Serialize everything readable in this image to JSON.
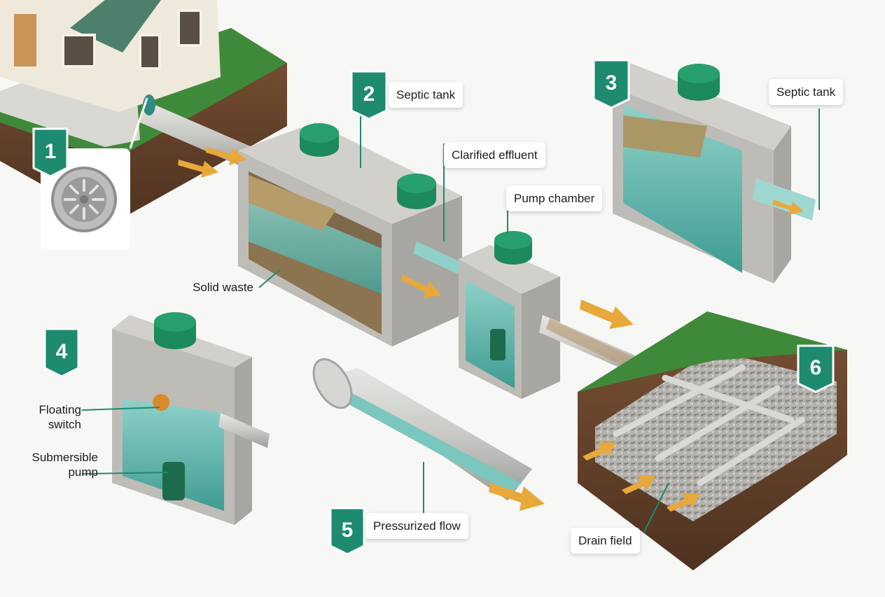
{
  "colors": {
    "badge": "#1e8a70",
    "badge_dark": "#136b56",
    "leader": "#1e8a70",
    "arrow": "#e8a83a",
    "concrete": "#b9b7b2",
    "water": "#5fb5ad",
    "lid": "#1c8a5c",
    "grass": "#3f8a3a",
    "soil": "#6e4a2e"
  },
  "steps": [
    {
      "number": "1",
      "icon": "drain-grate-icon"
    },
    {
      "number": "2"
    },
    {
      "number": "3"
    },
    {
      "number": "4"
    },
    {
      "number": "5"
    },
    {
      "number": "6"
    }
  ],
  "labels": {
    "septic_tank_1": "Septic tank",
    "septic_tank_2": "Septic tank",
    "clarified_effluent": "Clarified effluent",
    "pump_chamber": "Pump chamber",
    "solid_waste": "Solid waste",
    "floating_switch": "Floating\nswitch",
    "submersible_pump": "Submersible\npump",
    "pressurized_flow": "Pressurized flow",
    "drain_field": "Drain field"
  }
}
